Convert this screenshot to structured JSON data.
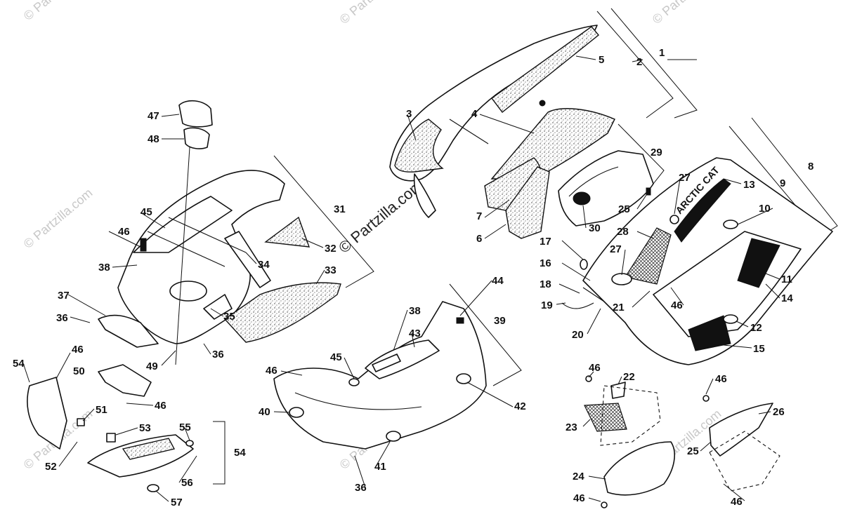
{
  "watermark": {
    "text": "© Partzilla.com",
    "main_text": "© Partzilla.com"
  },
  "brand_decal": "ARCTIC CAT",
  "labels": [
    {
      "id": "1",
      "text": "1"
    },
    {
      "id": "2",
      "text": "2"
    },
    {
      "id": "3",
      "text": "3"
    },
    {
      "id": "4",
      "text": "4"
    },
    {
      "id": "5",
      "text": "5"
    },
    {
      "id": "6",
      "text": "6"
    },
    {
      "id": "7",
      "text": "7"
    },
    {
      "id": "8",
      "text": "8"
    },
    {
      "id": "9",
      "text": "9"
    },
    {
      "id": "10",
      "text": "10"
    },
    {
      "id": "11",
      "text": "11"
    },
    {
      "id": "12",
      "text": "12"
    },
    {
      "id": "13",
      "text": "13"
    },
    {
      "id": "14",
      "text": "14"
    },
    {
      "id": "15",
      "text": "15"
    },
    {
      "id": "16",
      "text": "16"
    },
    {
      "id": "17",
      "text": "17"
    },
    {
      "id": "18",
      "text": "18"
    },
    {
      "id": "19",
      "text": "19"
    },
    {
      "id": "20",
      "text": "20"
    },
    {
      "id": "21",
      "text": "21"
    },
    {
      "id": "22",
      "text": "22"
    },
    {
      "id": "23",
      "text": "23"
    },
    {
      "id": "24",
      "text": "24"
    },
    {
      "id": "25a",
      "text": "25"
    },
    {
      "id": "25b",
      "text": "25"
    },
    {
      "id": "26",
      "text": "26"
    },
    {
      "id": "27a",
      "text": "27"
    },
    {
      "id": "27b",
      "text": "27"
    },
    {
      "id": "28",
      "text": "28"
    },
    {
      "id": "29",
      "text": "29"
    },
    {
      "id": "30",
      "text": "30"
    },
    {
      "id": "31",
      "text": "31"
    },
    {
      "id": "32",
      "text": "32"
    },
    {
      "id": "33",
      "text": "33"
    },
    {
      "id": "34",
      "text": "34"
    },
    {
      "id": "35",
      "text": "35"
    },
    {
      "id": "36a",
      "text": "36"
    },
    {
      "id": "36b",
      "text": "36"
    },
    {
      "id": "36c",
      "text": "36"
    },
    {
      "id": "37",
      "text": "37"
    },
    {
      "id": "38a",
      "text": "38"
    },
    {
      "id": "38b",
      "text": "38"
    },
    {
      "id": "39",
      "text": "39"
    },
    {
      "id": "40",
      "text": "40"
    },
    {
      "id": "41",
      "text": "41"
    },
    {
      "id": "42",
      "text": "42"
    },
    {
      "id": "43",
      "text": "43"
    },
    {
      "id": "44",
      "text": "44"
    },
    {
      "id": "45a",
      "text": "45"
    },
    {
      "id": "45b",
      "text": "45"
    },
    {
      "id": "46a",
      "text": "46"
    },
    {
      "id": "46b",
      "text": "46"
    },
    {
      "id": "46c",
      "text": "46"
    },
    {
      "id": "46d",
      "text": "46"
    },
    {
      "id": "46e",
      "text": "46"
    },
    {
      "id": "46f",
      "text": "46"
    },
    {
      "id": "46g",
      "text": "46"
    },
    {
      "id": "46h",
      "text": "46"
    },
    {
      "id": "46i",
      "text": "46"
    },
    {
      "id": "47",
      "text": "47"
    },
    {
      "id": "48",
      "text": "48"
    },
    {
      "id": "49",
      "text": "49"
    },
    {
      "id": "50",
      "text": "50"
    },
    {
      "id": "51",
      "text": "51"
    },
    {
      "id": "52",
      "text": "52"
    },
    {
      "id": "53",
      "text": "53"
    },
    {
      "id": "54a",
      "text": "54"
    },
    {
      "id": "54b",
      "text": "54"
    },
    {
      "id": "55",
      "text": "55"
    },
    {
      "id": "56",
      "text": "56"
    },
    {
      "id": "57",
      "text": "57"
    }
  ]
}
